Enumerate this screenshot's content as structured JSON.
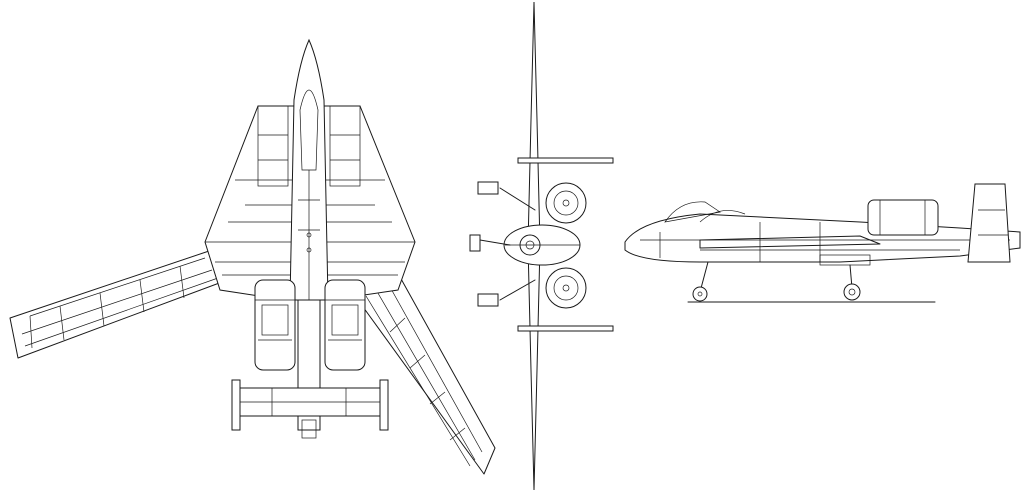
{
  "diagram": {
    "views": [
      "top-view",
      "front-view",
      "side-view"
    ],
    "line_color": "#1a1a1a",
    "background": "#ffffff"
  }
}
